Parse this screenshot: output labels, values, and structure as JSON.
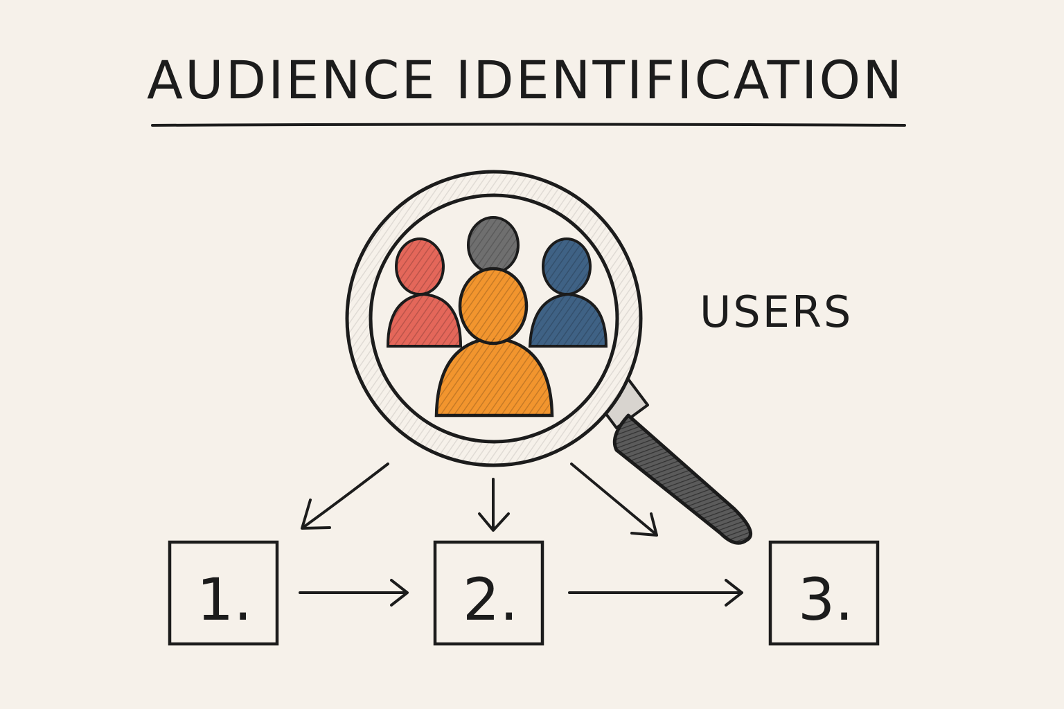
{
  "title": "AUDIENCE IDENTIFICATION",
  "magnifier": {
    "label": "USERS",
    "icon": "magnifying-glass-icon",
    "people": [
      {
        "name": "person-red-icon",
        "color": "#e4675a"
      },
      {
        "name": "person-gray-icon",
        "color": "#6f6f6f"
      },
      {
        "name": "person-blue-icon",
        "color": "#3f6285"
      },
      {
        "name": "person-orange-icon",
        "color": "#f2952e"
      }
    ]
  },
  "steps": [
    {
      "label": "1."
    },
    {
      "label": "2."
    },
    {
      "label": "3."
    }
  ],
  "colors": {
    "background": "#f6f1ea",
    "ink": "#1c1c1c"
  }
}
